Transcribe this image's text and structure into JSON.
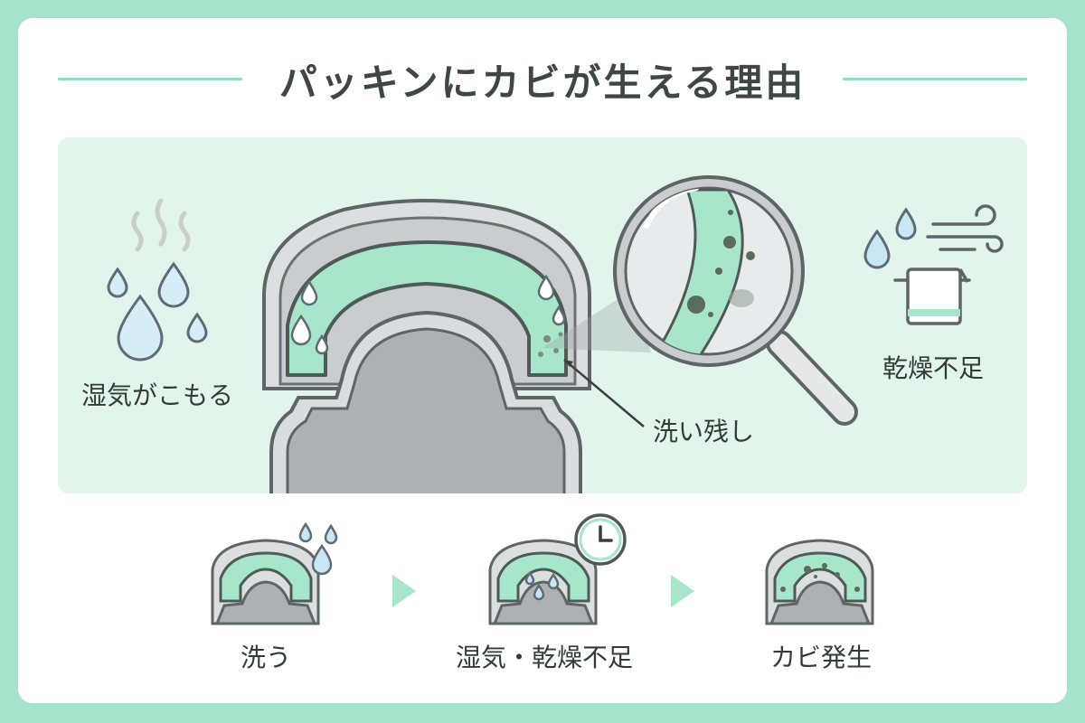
{
  "title": "パッキンにカビが生える理由",
  "labels": {
    "humidity": "湿気がこもる",
    "residue": "洗い残し",
    "dry_lack": "乾燥不足"
  },
  "steps": [
    {
      "label": "洗う"
    },
    {
      "label": "湿気・乾燥不足"
    },
    {
      "label": "カビ発生"
    }
  ],
  "colors": {
    "background": "#a5e3cd",
    "panel": "#e1f5ec",
    "gasket": "#a8e6cb",
    "mold": "#5b6b5e",
    "water": "#c9e6f5"
  }
}
